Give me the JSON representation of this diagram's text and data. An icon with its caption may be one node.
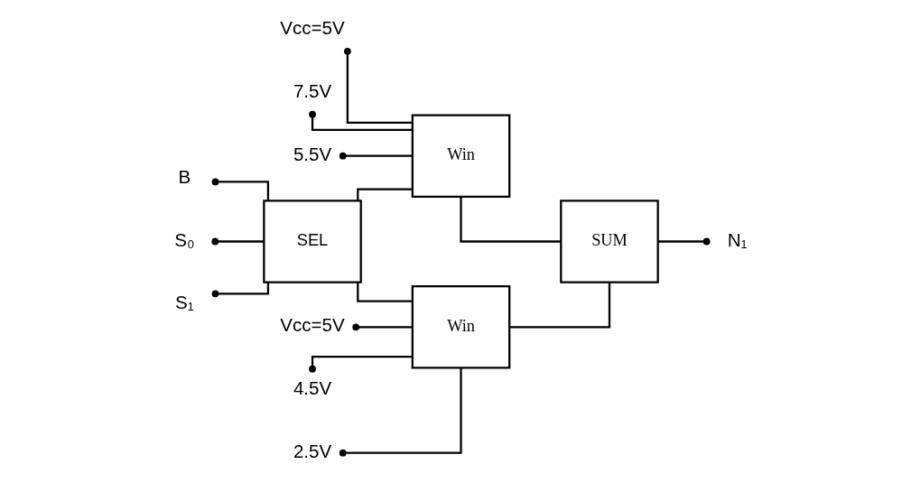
{
  "diagram": {
    "nodes": [
      {
        "text": [
          "SEL"
        ]
      },
      {
        "text": [
          "Win"
        ]
      },
      {
        "text": [
          "Win"
        ]
      },
      {
        "text": [
          "SUM"
        ]
      },
      {
        "text": [
          "B"
        ]
      },
      {
        "text": [
          "S₀"
        ]
      },
      {
        "text": [
          "S₁"
        ]
      },
      {
        "text": [
          "Vcc=5V"
        ]
      },
      {
        "text": [
          "4.5V"
        ]
      },
      {
        "text": [
          "2.5V"
        ]
      },
      {
        "text": [
          "Vcc=5V"
        ]
      },
      {
        "text": [
          "7.5V"
        ]
      },
      {
        "text": [
          "5.5V"
        ]
      },
      {
        "text": [
          "N₁"
        ]
      }
    ],
    "edges": [
      {
        "from": 4,
        "to": 0,
        "arrow": "other"
      },
      {
        "from": 5,
        "to": 0,
        "arrow": "other"
      },
      {
        "from": 6,
        "to": 0,
        "arrow": "other"
      },
      {
        "from": 0,
        "to": 1,
        "arrow": "none"
      },
      {
        "from": 0,
        "to": 2,
        "arrow": "none"
      },
      {
        "from": 7,
        "to": 1,
        "arrow": "other"
      },
      {
        "from": 8,
        "to": 1,
        "arrow": "other"
      },
      {
        "from": 9,
        "to": 1,
        "arrow": "other"
      },
      {
        "from": 10,
        "to": 2,
        "arrow": "other"
      },
      {
        "from": 11,
        "to": 2,
        "arrow": "other"
      },
      {
        "from": 12,
        "to": 2,
        "arrow": "other"
      },
      {
        "from": 1,
        "to": 3,
        "arrow": "none"
      },
      {
        "from": 2,
        "to": 3,
        "arrow": "none"
      },
      {
        "from": 3,
        "to": 13,
        "arrow": "other"
      }
    ]
  }
}
